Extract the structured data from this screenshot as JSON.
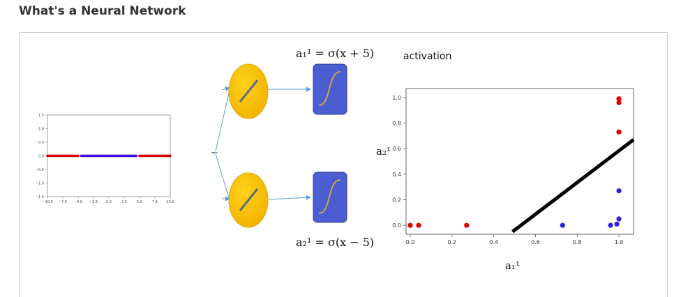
{
  "page": {
    "title": "What's a Neural Network"
  },
  "input_plot": {
    "x_ticks": [
      "−10.0",
      "−7.5",
      "−5.0",
      "−2.5",
      "0.0",
      "2.5",
      "5.0",
      "7.5",
      "10.0"
    ],
    "y_ticks": [
      "1.5",
      "1.0",
      "0.5",
      "0.0",
      "−0.5",
      "−1.0",
      "−1.5"
    ],
    "segments": [
      {
        "from": -10,
        "to": -5,
        "color": "#d40000"
      },
      {
        "from": -4.5,
        "to": 4.5,
        "color": "#3a10e0"
      },
      {
        "from": 5,
        "to": 10,
        "color": "#d40000"
      }
    ]
  },
  "network": {
    "top_formula": "a₁¹ = σ(x + 5)",
    "bottom_formula": "a₂¹ = σ(x − 5)",
    "input_glyph": "~"
  },
  "activation_plot": {
    "label": "activation",
    "y_axis_label": "a₂¹",
    "x_axis_label": "a₁¹",
    "x_ticks": [
      "0.0",
      "0.2",
      "0.4",
      "0.6",
      "0.8",
      "1.0"
    ],
    "y_ticks": [
      "0.0",
      "0.2",
      "0.4",
      "0.6",
      "0.8",
      "1.0"
    ]
  },
  "chart_data": {
    "type": "scatter",
    "xlim": [
      -0.02,
      1.07
    ],
    "ylim": [
      -0.07,
      1.07
    ],
    "series": [
      {
        "color": "#e00000",
        "points": [
          [
            0.0,
            0.0
          ],
          [
            0.04,
            0.0
          ],
          [
            0.27,
            0.0
          ],
          [
            1.0,
            0.73
          ],
          [
            1.0,
            0.96
          ],
          [
            1.0,
            0.99
          ]
        ]
      },
      {
        "color": "#2a1ee8",
        "points": [
          [
            0.73,
            0.0
          ],
          [
            0.96,
            0.0
          ],
          [
            0.99,
            0.01
          ],
          [
            1.0,
            0.05
          ],
          [
            1.0,
            0.27
          ]
        ]
      }
    ],
    "boundary": {
      "color": "#000000",
      "from": [
        0.49,
        -0.05
      ],
      "to": [
        1.07,
        0.67
      ]
    }
  }
}
